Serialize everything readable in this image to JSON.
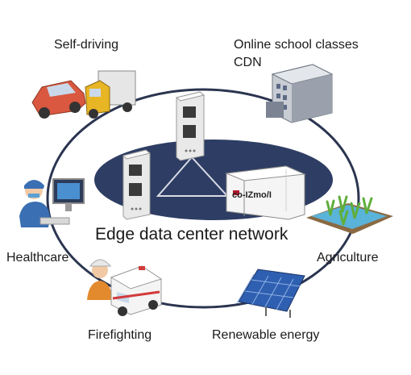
{
  "diagram": {
    "center_label": "Edge data center network",
    "server_badge": "co-IZmo/I",
    "nodes": [
      {
        "label": "Self-driving",
        "icon": "cars-icon"
      },
      {
        "label": "Online school classes",
        "label2": "CDN",
        "icon": "school-building-icon"
      },
      {
        "label": "Healthcare",
        "icon": "doctor-monitor-icon"
      },
      {
        "label": "Agriculture",
        "icon": "rice-field-icon"
      },
      {
        "label": "Firefighting",
        "icon": "ambulance-icon"
      },
      {
        "label": "Renewable energy",
        "icon": "solar-panel-icon"
      }
    ],
    "colors": {
      "ring": "#2b3550",
      "ellipse": "#2e3d63",
      "server_body": "#f4f4f4",
      "car_red": "#d9583f",
      "truck_yellow": "#e8b524",
      "solar_blue": "#2f5fb0",
      "field_green": "#5fae3c"
    }
  }
}
